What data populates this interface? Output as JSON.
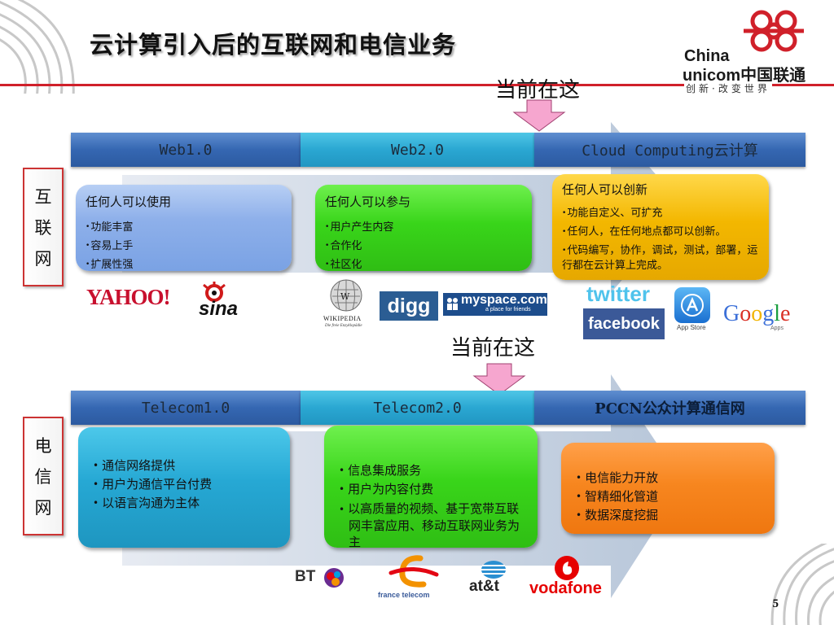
{
  "title": "云计算引入后的互联网和电信业务",
  "brand": {
    "logo_line1": "China",
    "logo_line2": "unicom中国联通",
    "slogan": "创新·改变世界"
  },
  "internet": {
    "current_marker": "当前在这",
    "side_label": [
      "互",
      "联",
      "网"
    ],
    "phases": [
      "Web1.0",
      "Web2.0",
      "Cloud Computing云计算"
    ],
    "cards": [
      {
        "heading": "任何人可以使用",
        "items": [
          "功能丰富",
          "容易上手",
          "扩展性强"
        ]
      },
      {
        "heading": "任何人可以参与",
        "items": [
          "用户产生内容",
          "合作化",
          "社区化"
        ]
      },
      {
        "heading": "任何人可以创新",
        "items": [
          "功能自定义、可扩充",
          "任何人，在任何地点都可以创新。",
          "代码编写，协作，调试，测试，部署，运行都在云计算上完成。"
        ]
      }
    ],
    "logos": {
      "yahoo": "YAHOO!",
      "sina": "sina",
      "wikipedia": "WIKIPEDIA",
      "wikipedia_sub": "Die freie Enzyklopädie",
      "digg": "digg",
      "myspace": "myspace.com.",
      "myspace_sub": "a place for friends",
      "twitter": "twitter",
      "facebook": "facebook",
      "appstore": "App Store",
      "google": "Google",
      "google_sub": "Apps"
    }
  },
  "telecom": {
    "current_marker": "当前在这",
    "side_label": [
      "电",
      "信",
      "网"
    ],
    "phases": [
      "Telecom1.0",
      "Telecom2.0",
      "PCCN公众计算通信网"
    ],
    "cards": [
      {
        "items": [
          "通信网络提供",
          "用户为通信平台付费",
          "以语言沟通为主体"
        ]
      },
      {
        "items": [
          "信息集成服务",
          "用户为内容付费",
          "以高质量的视频、基于宽带互联网丰富应用、移动互联网业务为主"
        ]
      },
      {
        "items": [
          "电信能力开放",
          "智精细化管道",
          "数据深度挖掘"
        ]
      }
    ],
    "logos": {
      "bt": "BT",
      "france_telecom": "france telecom",
      "att": "at&t",
      "vodafone": "vodafone"
    }
  },
  "page_number": "5",
  "colors": {
    "accent_red": "#d0202a",
    "bar_dark": "#3567b2",
    "bar_cyan": "#2aa7d2",
    "marker_pink": "#f6a6cf"
  }
}
